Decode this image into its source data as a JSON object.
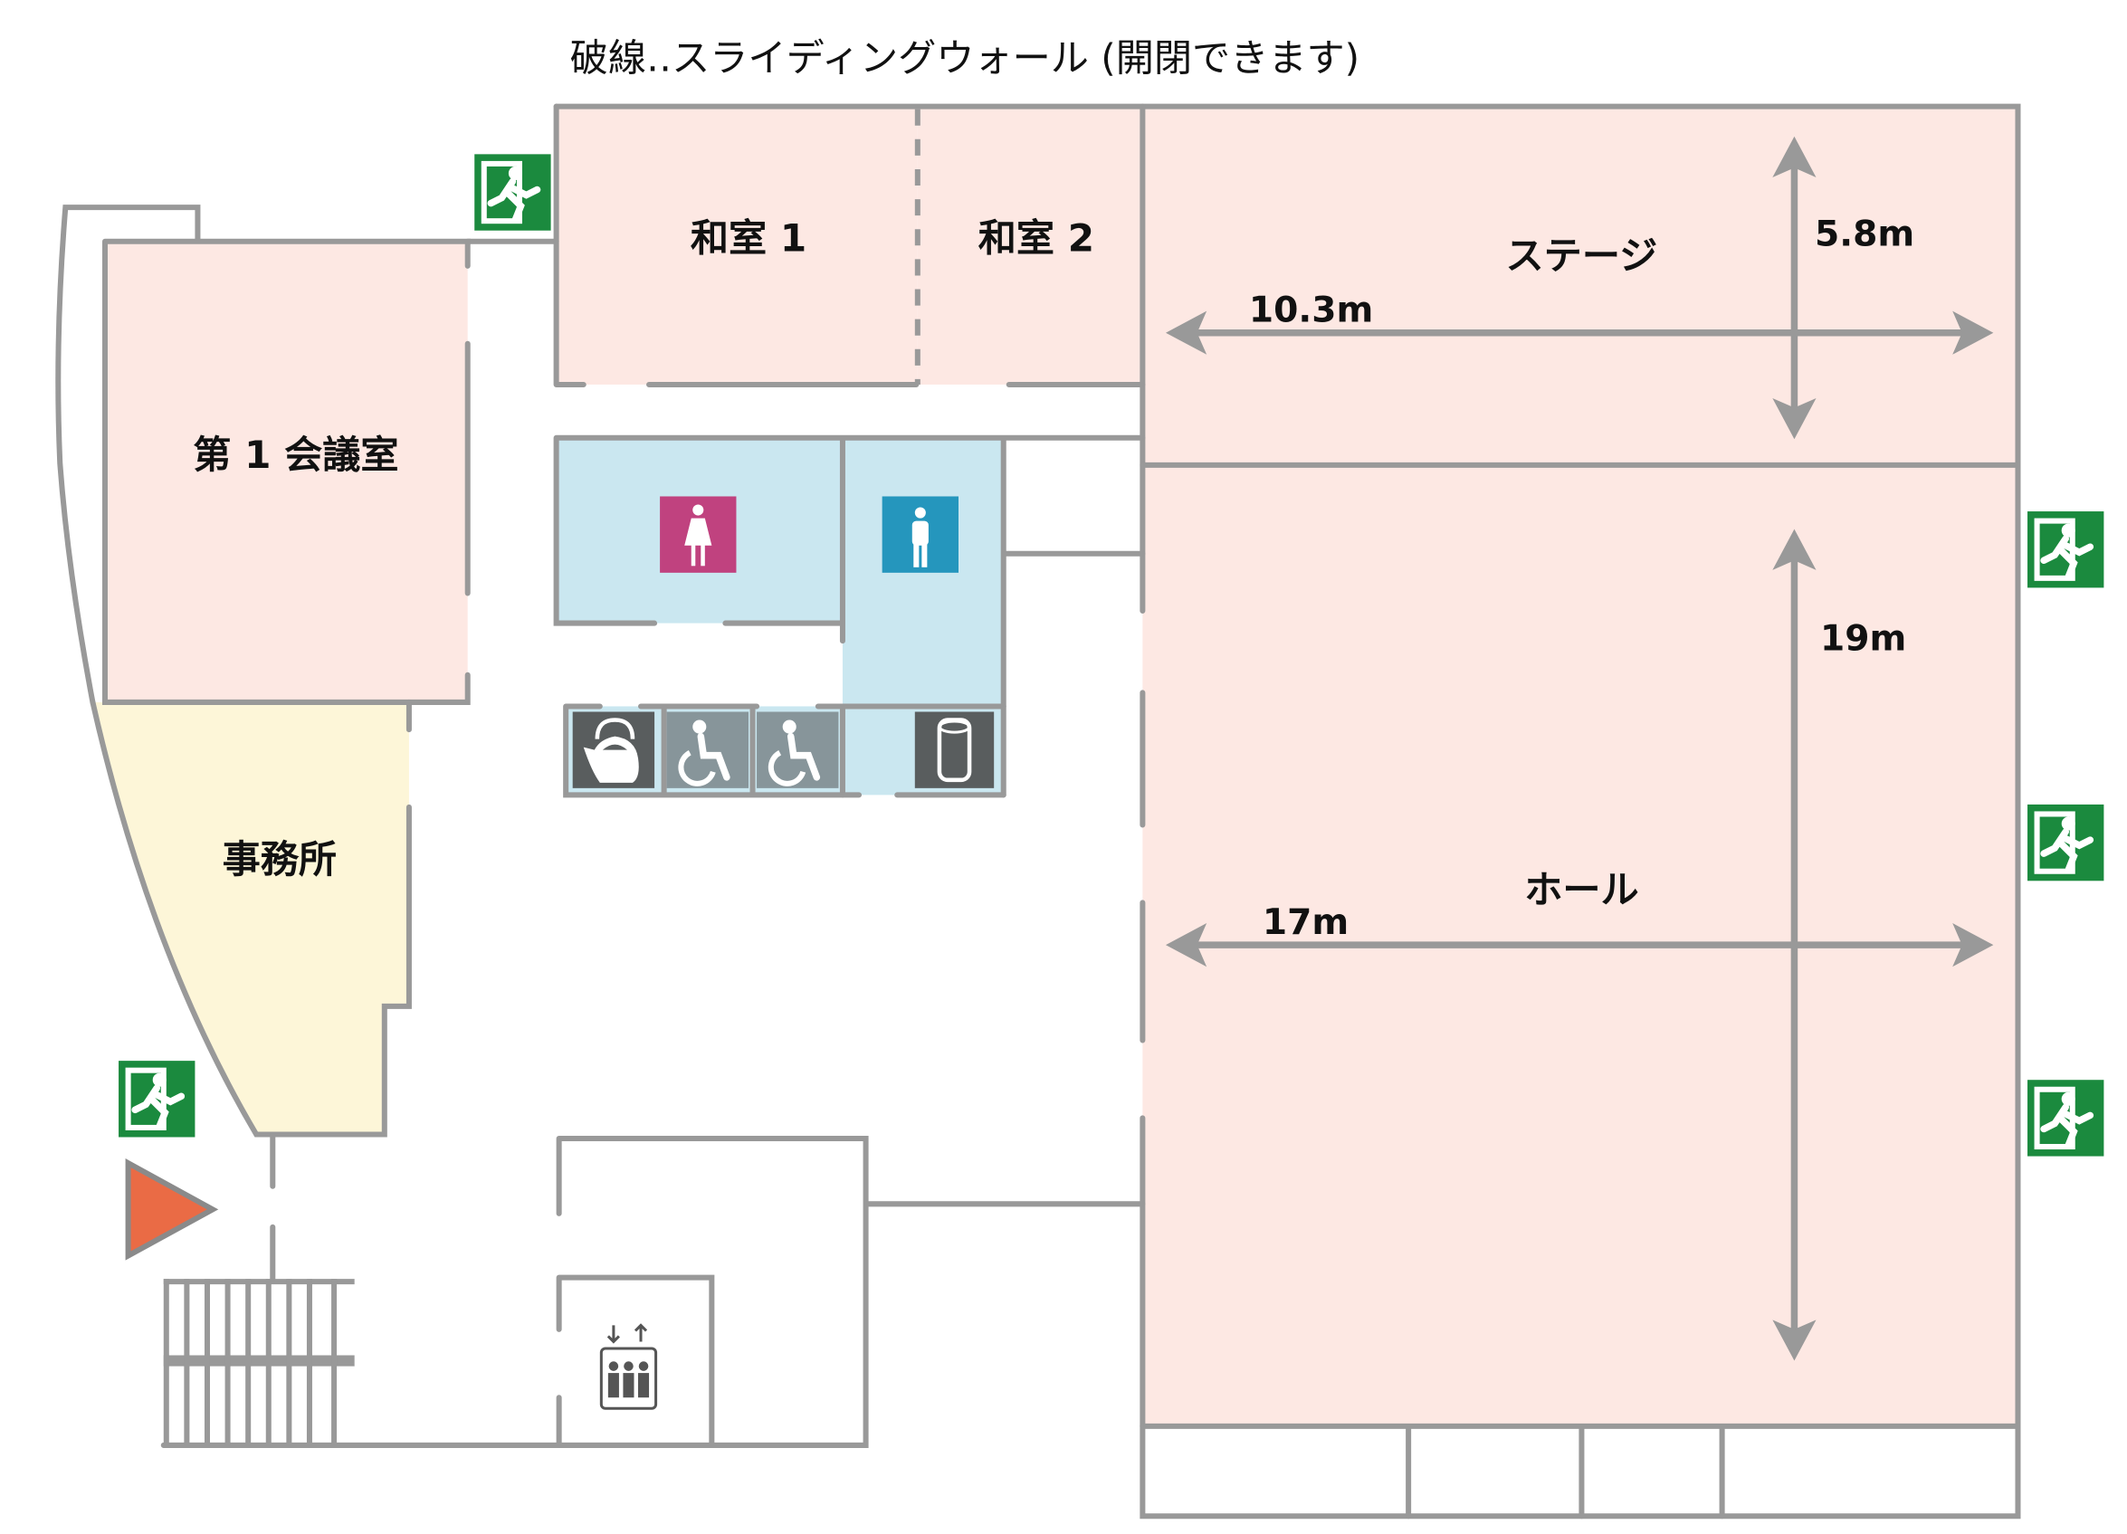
{
  "legend": "破線‥スライディングウォール (開閉できます)",
  "rooms": {
    "washitsu1": "和室 1",
    "washitsu2": "和室 2",
    "stage": "ステージ",
    "conference1": "第 1 会議室",
    "office": "事務所",
    "hall": "ホール"
  },
  "dimensions": {
    "stage_width": "10.3m",
    "stage_depth": "5.8m",
    "hall_width": "17m",
    "hall_depth": "19m"
  },
  "icons": [
    "emergency-exit-icon",
    "womens-restroom-icon",
    "mens-restroom-icon",
    "kettle-icon",
    "wheelchair-icon",
    "trash-can-icon",
    "elevator-icon",
    "entrance-arrow-icon"
  ],
  "colors": {
    "room_pink": "#fde8e3",
    "office_yellow": "#fdf6d8",
    "restroom_blue": "#cae7f0",
    "wall": "#999999",
    "exit_green": "#1b8a3e",
    "women": "#c0427f",
    "men": "#2596bd",
    "entrance": "#ea6b45"
  }
}
